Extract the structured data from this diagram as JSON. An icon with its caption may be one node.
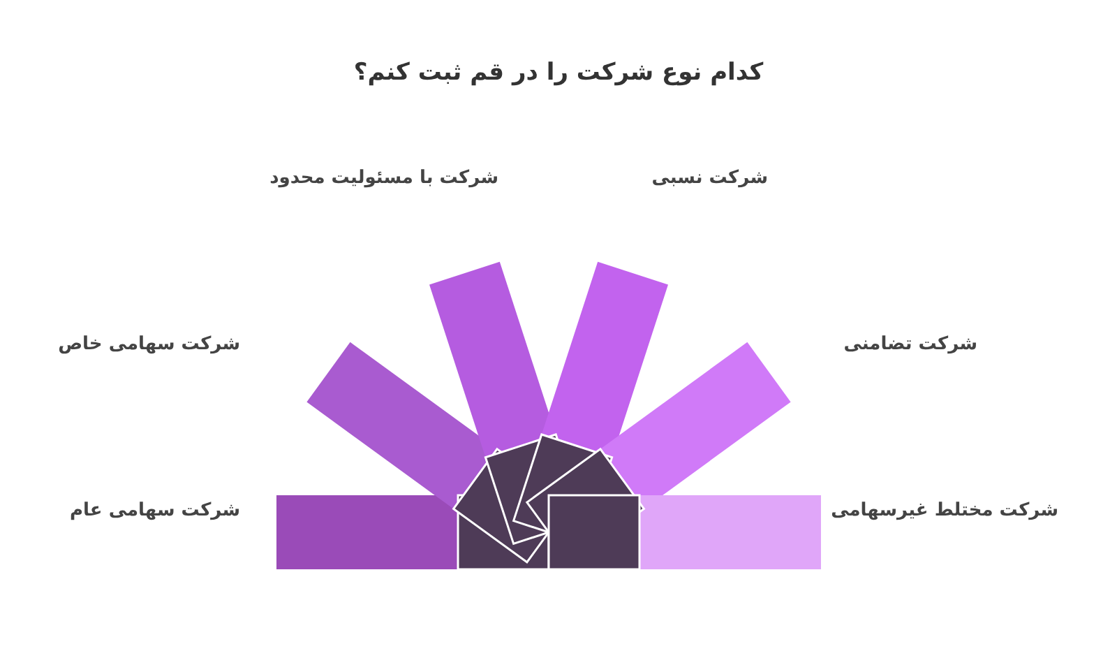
{
  "diagram": {
    "title": "کدام نوع شرکت را در قم ثبت کنم؟",
    "nodes": [
      {
        "text": [
          "شرکت سهامی عام"
        ]
      },
      {
        "text": [
          "شرکت سهامی خاص"
        ]
      },
      {
        "text": [
          "شرکت با مسئولیت محدود"
        ]
      },
      {
        "text": [
          "شرکت نسبی"
        ]
      },
      {
        "text": [
          "شرکت تضامنی"
        ]
      },
      {
        "text": [
          "شرکت مختلط غیرسهامی"
        ]
      }
    ]
  }
}
